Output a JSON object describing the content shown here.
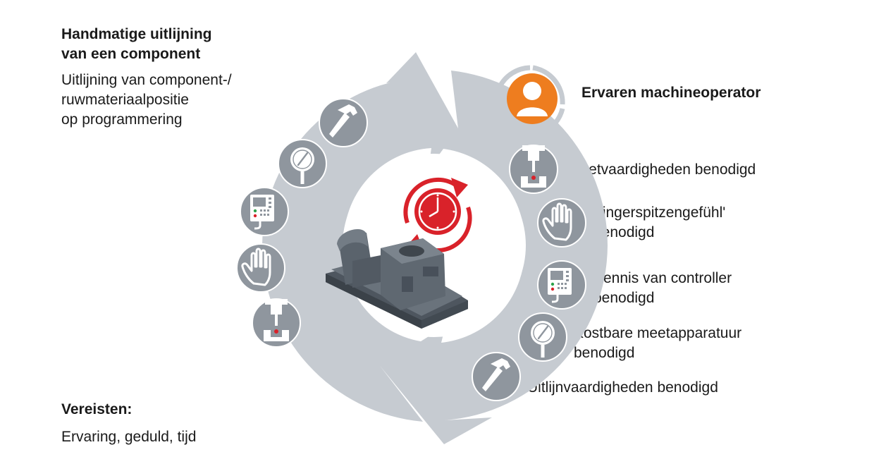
{
  "header": {
    "title_line1": "Handmatige uitlijning",
    "title_line2": "van een component",
    "subtitle_line1": "Uitlijning van component-/",
    "subtitle_line2": "ruwmateriaalpositie",
    "subtitle_line3": "op programmering"
  },
  "requirements": {
    "heading": "Vereisten:",
    "text": "Ervaring, geduld, tijd"
  },
  "operator": {
    "label": "Ervaren machineoperator",
    "icon": "person-icon",
    "color": "#ee7d1f"
  },
  "skills": [
    {
      "line1": "Meetvaardigheden benodigd",
      "line2": "",
      "icon": "probe-icon"
    },
    {
      "line1": "Fingerspitzengefühl'",
      "line2": "benodigd",
      "icon": "hand-icon"
    },
    {
      "line1": "Kennis van controller",
      "line2": "benodigd",
      "icon": "controller-icon"
    },
    {
      "line1": "Kostbare meetapparatuur",
      "line2": "benodigd",
      "icon": "gauge-icon"
    },
    {
      "line1": "Uitlijnvaardigheden benodigd",
      "line2": "",
      "icon": "hammer-icon"
    }
  ],
  "colors": {
    "cycle_gray": "#c6cbd1",
    "icon_gray": "#8f969e",
    "clock_red": "#d9222a",
    "part_gray": "#5d6670"
  }
}
